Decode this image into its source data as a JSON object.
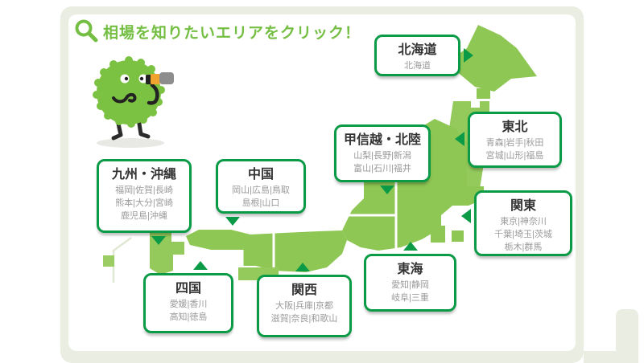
{
  "header": {
    "title": "相場を知りたいエリアをクリック！",
    "icon": "magnifier-search-icon"
  },
  "colors": {
    "accent_green": "#74bf43",
    "box_border_green": "#0b9b47",
    "map_green": "#8ec754",
    "region_title_text": "#333333",
    "prefecture_text": "#9a9a9a",
    "frame_background": "#e9ede2"
  },
  "mascot": {
    "icon": "green-fluffy-character-with-telescope"
  },
  "regions": [
    {
      "name": "北海道",
      "prefectures": [
        "北海道"
      ]
    },
    {
      "name": "東北",
      "prefectures": [
        "青森|岩手|秋田",
        "宮城|山形|福島"
      ]
    },
    {
      "name": "甲信越・北陸",
      "prefectures": [
        "山梨|長野|新潟",
        "富山|石川|福井"
      ]
    },
    {
      "name": "関東",
      "prefectures": [
        "東京|神奈川",
        "千葉|埼玉|茨城",
        "栃木|群馬"
      ]
    },
    {
      "name": "九州・沖縄",
      "prefectures": [
        "福岡|佐賀|長崎",
        "熊本|大分|宮崎",
        "鹿児島|沖縄"
      ]
    },
    {
      "name": "中国",
      "prefectures": [
        "岡山|広島|鳥取",
        "島根|山口"
      ]
    },
    {
      "name": "東海",
      "prefectures": [
        "愛知|静岡",
        "岐阜|三重"
      ]
    },
    {
      "name": "四国",
      "prefectures": [
        "愛媛|香川",
        "高知|徳島"
      ]
    },
    {
      "name": "関西",
      "prefectures": [
        "大阪|兵庫|京都",
        "滋賀|奈良|和歌山"
      ]
    }
  ]
}
